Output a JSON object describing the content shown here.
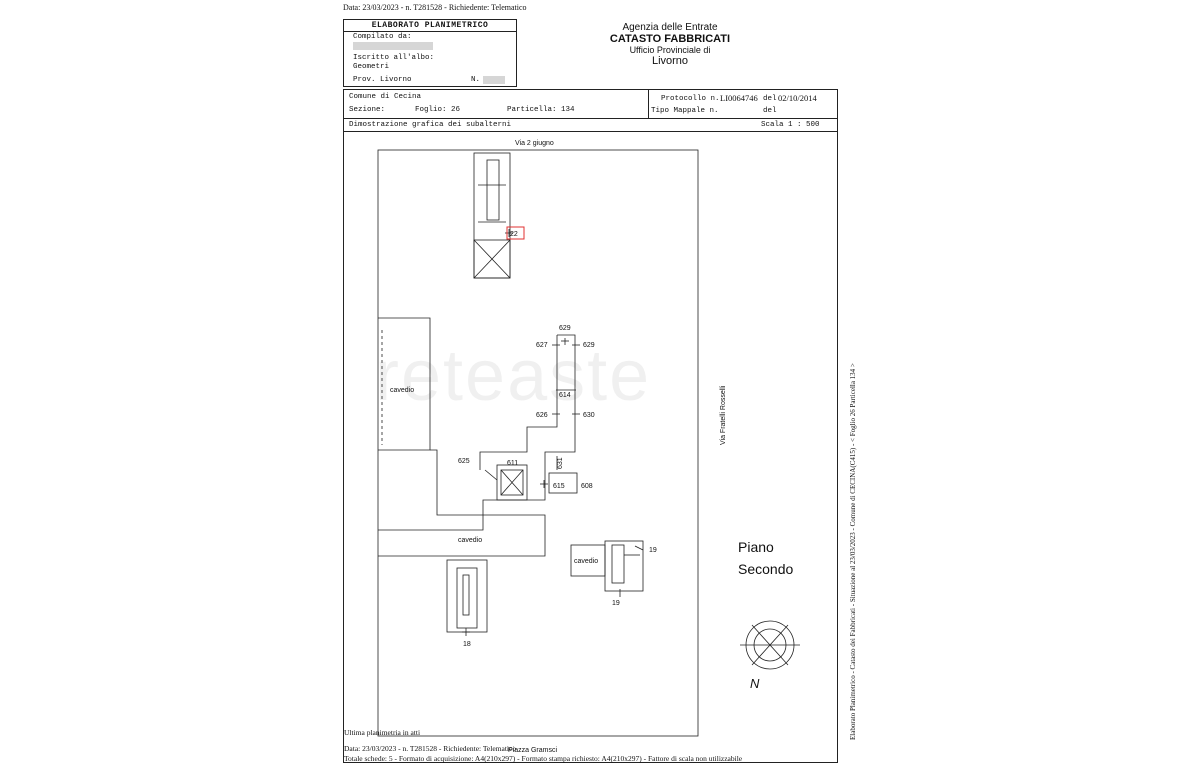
{
  "header": {
    "top_meta": "Data: 23/03/2023 - n. T281528 - Richiedente: Telematico",
    "elaborato": {
      "title": "ELABORATO PLANIMETRICO",
      "compilato": "Compilato da:",
      "iscritto": "Iscritto all'albo:",
      "geometri": "Geometri",
      "prov": "Prov. Livorno",
      "n_label": "N."
    },
    "agency": {
      "line1": "Agenzia delle Entrate",
      "line2": "CATASTO FABBRICATI",
      "line3": "Ufficio Provinciale di",
      "line4": "Livorno"
    }
  },
  "info": {
    "comune": "Comune di Cecina",
    "sezione": "Sezione:",
    "foglio": "Foglio: 26",
    "particella": "Particella: 134",
    "protocollo_label": "Protocollo n.",
    "protocollo": "LI0064746",
    "del_label": "del",
    "del_date": "02/10/2014",
    "tipo_mappale": "Tipo Mappale n.",
    "del2": "del",
    "dimostrazione": "Dimostrazione grafica dei subalterni",
    "scala": "Scala 1 : 500"
  },
  "plan": {
    "street_top": "Via 2 giugno",
    "street_right": "Via Fratelli Rosselli",
    "piazza": "Piazza Gramsci",
    "floor_line1": "Piano",
    "floor_line2": "Secondo",
    "compass": "N",
    "labels": {
      "l22": "22",
      "l629a": "629",
      "l627": "627",
      "l629b": "629",
      "l614": "614",
      "l626": "626",
      "l630": "630",
      "l625": "625",
      "l611": "611",
      "l631": "631",
      "l615": "615",
      "l608": "608",
      "cavedio1": "cavedio",
      "cavedio2": "cavedio",
      "cavedio3": "cavedio",
      "l19a": "19",
      "l19b": "19",
      "l18": "18"
    }
  },
  "footer": {
    "note": "Ultima planimetria in atti",
    "meta1": "Data: 23/03/2023 - n. T281528 - Richiedente: Telematico",
    "meta2": "Totale schede: 5 - Formato di acquisizione: A4(210x297) - Formato stampa richiesto: A4(210x297) - Fattore di scala non utilizzabile"
  },
  "side_text": "Elaborato Planimetrico - Catasto dei Fabbricati - Situazione al 23/03/2023 - Comune di CECINA(C415) - < Foglio 26 Particella 134 >",
  "watermark": "reteaste",
  "colors": {
    "line": "#222222",
    "highlight": "#e03030"
  }
}
